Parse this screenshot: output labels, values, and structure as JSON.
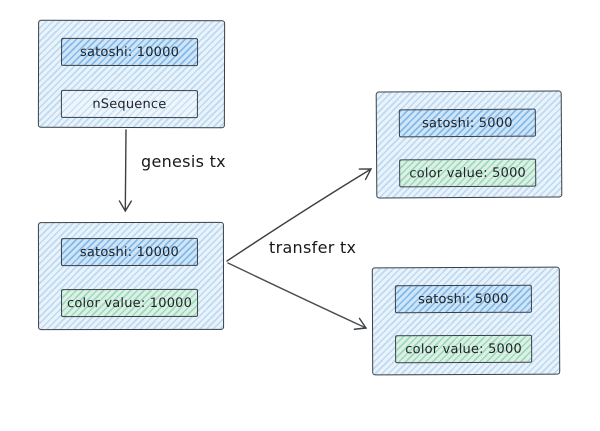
{
  "diagram": {
    "type": "transaction-flow",
    "nodes": [
      {
        "id": "genesis-input-utxo",
        "fields": [
          {
            "name": "satoshi",
            "label": "satoshi: 10000"
          },
          {
            "name": "nSequence",
            "label": "nSequence"
          }
        ]
      },
      {
        "id": "genesis-output-utxo",
        "fields": [
          {
            "name": "satoshi",
            "label": "satoshi: 10000"
          },
          {
            "name": "color-value",
            "label": "color value: 10000"
          }
        ]
      },
      {
        "id": "transfer-output-utxo-1",
        "fields": [
          {
            "name": "satoshi",
            "label": "satoshi: 5000"
          },
          {
            "name": "color-value",
            "label": "color value: 5000"
          }
        ]
      },
      {
        "id": "transfer-output-utxo-2",
        "fields": [
          {
            "name": "satoshi",
            "label": "satoshi: 5000"
          },
          {
            "name": "color-value",
            "label": "color value: 5000"
          }
        ]
      }
    ],
    "edges": [
      {
        "id": "genesis-tx",
        "label": "genesis tx",
        "from": "genesis-input-utxo",
        "to": "genesis-output-utxo"
      },
      {
        "id": "transfer-tx",
        "label": "transfer tx",
        "from": "genesis-output-utxo",
        "to": "transfer-output-utxo-1, transfer-output-utxo-2"
      }
    ],
    "colors": {
      "background": "#ffffff",
      "box_fill_base": "#eaf4fd",
      "box_fill_line": "#bed9f0",
      "satoshi_fill_base": "#cfe5f8",
      "satoshi_fill_line": "#85b9e7",
      "nsequence_fill_base": "#eef6fd",
      "nsequence_fill_line": "#c9dff3",
      "color_value_fill_base": "#dcf1e6",
      "color_value_fill_line": "#9ed8ba",
      "border": "#3a3f45",
      "text": "#1d2226",
      "arrow": "#3c4043"
    }
  }
}
